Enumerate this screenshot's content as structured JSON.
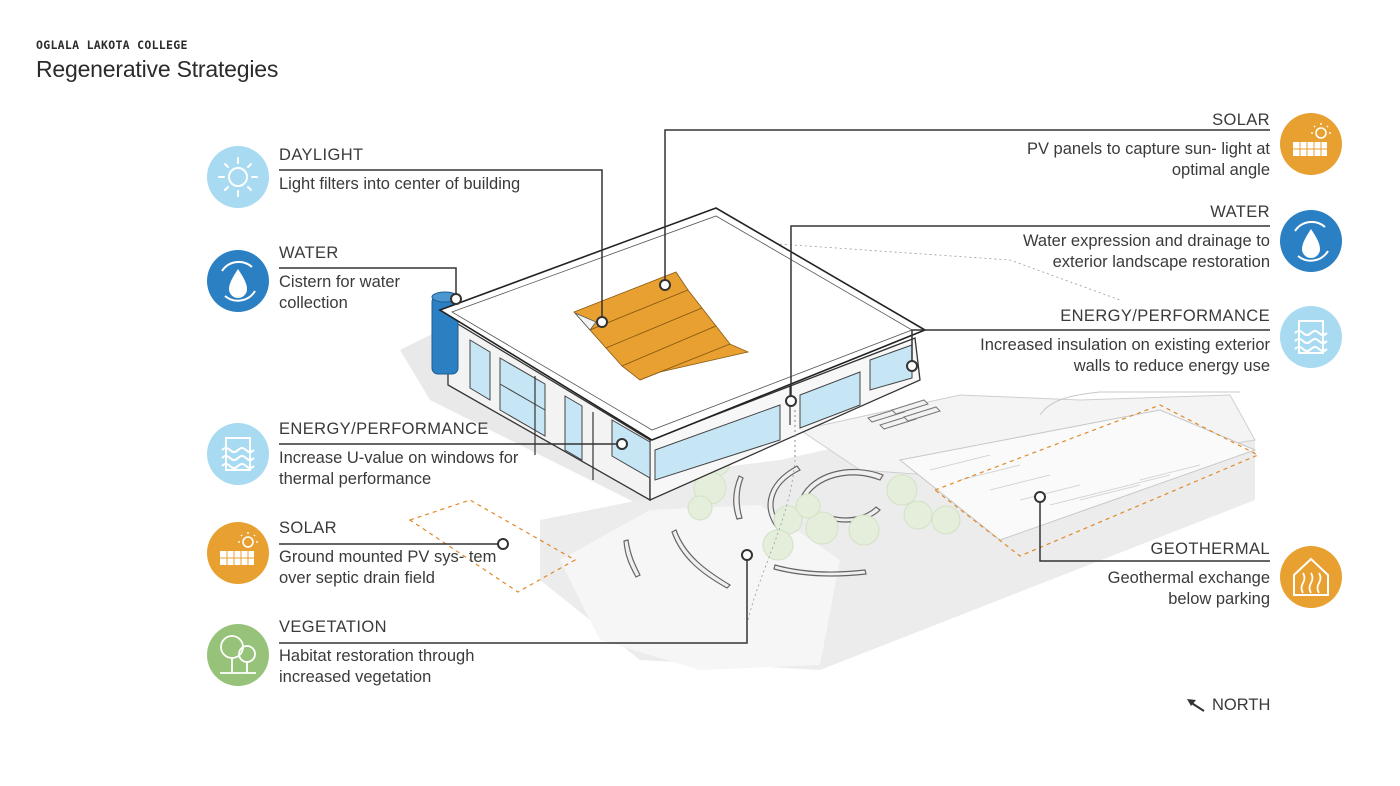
{
  "header": {
    "kicker": "OGLALA LAKOTA COLLEGE",
    "title": "Regenerative Strategies"
  },
  "callouts": {
    "daylight": {
      "category": "DAYLIGHT",
      "description": "Light filters into center of building",
      "icon": "sun-icon"
    },
    "water_left": {
      "category": "WATER",
      "description": "Cistern for water collection",
      "icon": "water-drop-cycle-icon"
    },
    "energy_left": {
      "category": "ENERGY/PERFORMANCE",
      "description": "Increase U-value on windows for thermal performance",
      "icon": "insulation-wall-icon"
    },
    "solar_left": {
      "category": "SOLAR",
      "description": "Ground mounted PV sys- tem over septic drain field",
      "icon": "solar-panel-icon"
    },
    "vegetation": {
      "category": "VEGETATION",
      "description": "Habitat restoration through increased vegetation",
      "icon": "trees-icon"
    },
    "solar_right": {
      "category": "SOLAR",
      "description": "PV panels to capture sun- light at optimal angle",
      "icon": "solar-panel-icon"
    },
    "water_right": {
      "category": "WATER",
      "description": "Water expression and drainage to exterior landscape restoration",
      "icon": "water-drop-cycle-icon"
    },
    "energy_right": {
      "category": "ENERGY/PERFORMANCE",
      "description": "Increased insulation on existing exterior walls to reduce energy use",
      "icon": "insulation-wall-icon"
    },
    "geothermal": {
      "category": "GEOTHERMAL",
      "description": "Geothermal exchange below parking",
      "icon": "geothermal-house-icon"
    }
  },
  "north_label": "NORTH",
  "colors": {
    "solar_orange": "#e8a030",
    "water_blue": "#2b7fc3",
    "light_blue": "#a8daf2",
    "vegetation_green": "#96c27a",
    "glass_blue": "#c6e6f5",
    "leader_line": "#333333"
  }
}
